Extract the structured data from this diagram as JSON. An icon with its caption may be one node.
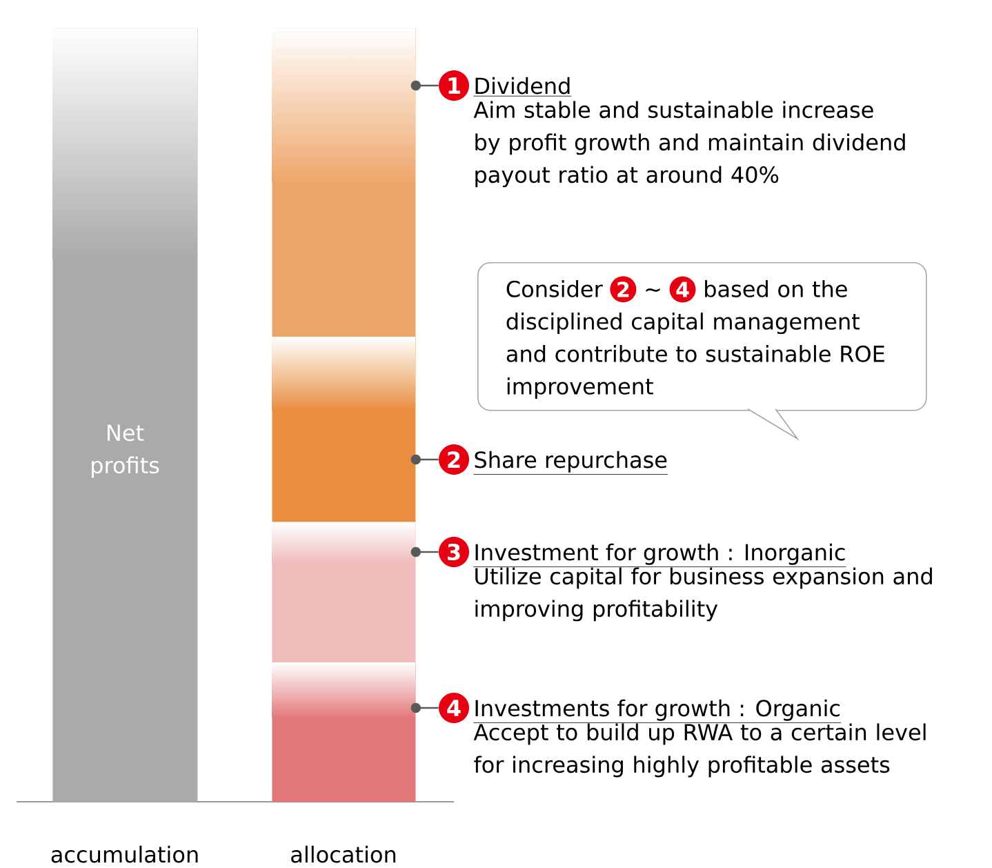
{
  "diagram": {
    "nodes": [
      {
        "text": [
          "Net profits"
        ],
        "beside": [
          "accumulation"
        ]
      },
      {
        "text": [],
        "shape": "bar"
      },
      {
        "text": [],
        "shape": "bar"
      },
      {
        "text": [],
        "shape": "bar"
      },
      {
        "text": [],
        "shape": "bar"
      },
      {
        "text": [
          "1"
        ],
        "beside": [
          "Dividend",
          "Aim stable and sustainable increase by profit growth and maintain dividend payout ratio at around 40%"
        ]
      },
      {
        "text": [
          "2"
        ],
        "beside": [
          "Share repurchase"
        ]
      },
      {
        "text": [
          "3"
        ],
        "beside": [
          "Investment for growth : Inorganic",
          "Utilize capital for business expansion and improving profitability"
        ]
      },
      {
        "text": [
          "4"
        ],
        "beside": [
          "Investments for growth : Organic",
          "Accept to build up RWA to a certain level for increasing highly profitable assets"
        ]
      },
      {
        "text": [
          "Consider",
          "2",
          "∼",
          "4",
          "based on the disciplined capital management and contribute to sustainable ROE improvement"
        ]
      }
    ],
    "edges": [
      {
        "from": 1,
        "to": 5,
        "arrow": "other"
      },
      {
        "from": 2,
        "to": 6,
        "arrow": "other"
      },
      {
        "from": 3,
        "to": 7,
        "arrow": "other"
      },
      {
        "from": 4,
        "to": 8,
        "arrow": "other"
      }
    ],
    "labels": [
      "allocation"
    ]
  }
}
